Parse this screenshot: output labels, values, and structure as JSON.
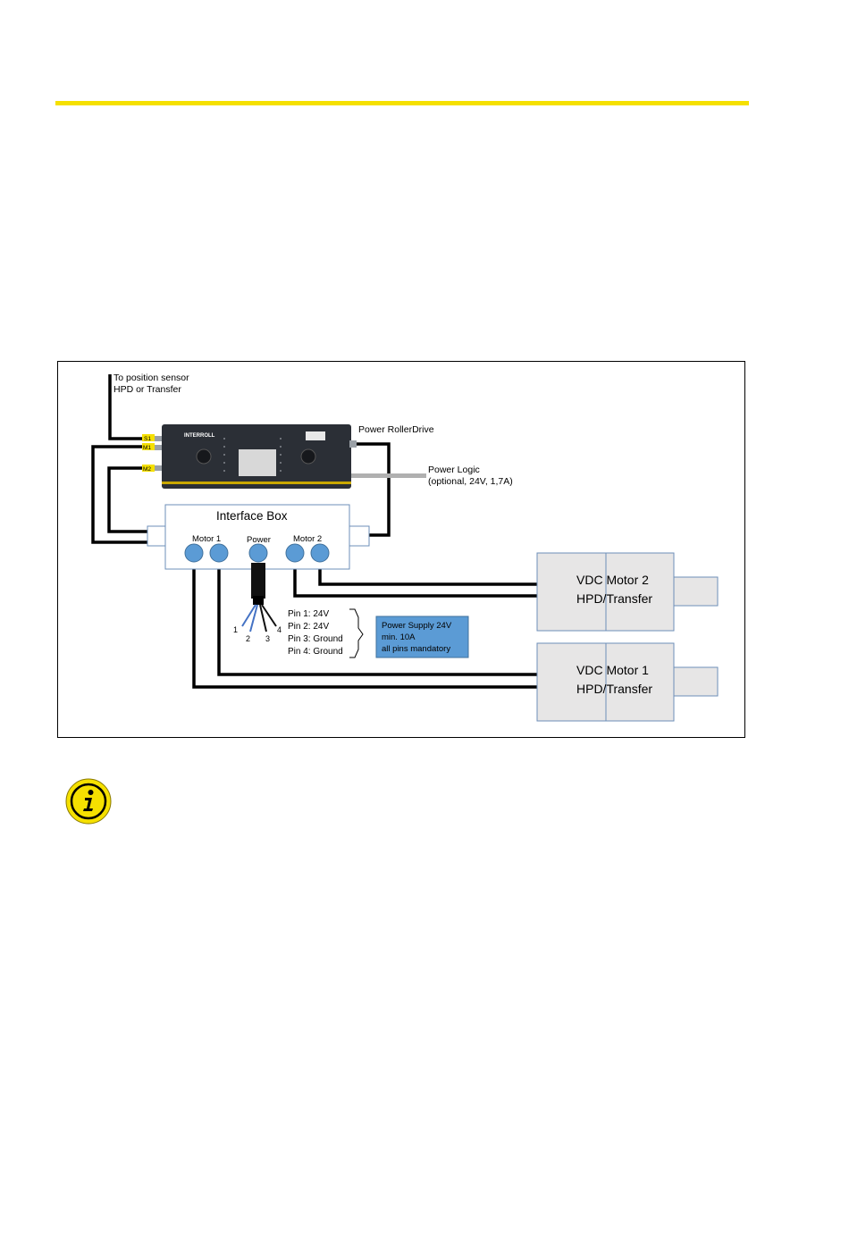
{
  "page": {
    "accent_color": "#f5e000"
  },
  "diagram": {
    "sensor_label_1": "To position sensor",
    "sensor_label_2": "HPD or Transfer",
    "controller": {
      "brand": "INTERROLL",
      "port_s1": "S1",
      "port_m1": "M1",
      "port_m2": "M2",
      "body_color": "#2b2f36"
    },
    "power_rollerdrive_label": "Power RollerDrive",
    "power_logic_label_1": "Power Logic",
    "power_logic_label_2": "(optional, 24V, 1,7A)",
    "interface_box": {
      "title": "Interface Box",
      "motor1_label": "Motor 1",
      "power_label": "Power",
      "motor2_label": "Motor 2",
      "connector_color": "#5b9bd5"
    },
    "wires": {
      "wire1": "1",
      "wire2": "2",
      "wire3": "3",
      "wire4": "4"
    },
    "pins": {
      "pin1": "Pin 1: 24V",
      "pin2": "Pin 2: 24V",
      "pin3": "Pin 3: Ground",
      "pin4": "Pin 4: Ground"
    },
    "power_supply": {
      "line1": "Power Supply 24V",
      "line2": "min. 10A",
      "line3": "all pins mandatory",
      "color": "#5b9bd5"
    },
    "motor2": {
      "line1": "VDC Motor 2",
      "line2": "HPD/Transfer"
    },
    "motor1": {
      "line1": "VDC Motor 1",
      "line2": "HPD/Transfer"
    }
  },
  "info_icon": {
    "name": "info-icon",
    "color": "#f5e000"
  }
}
